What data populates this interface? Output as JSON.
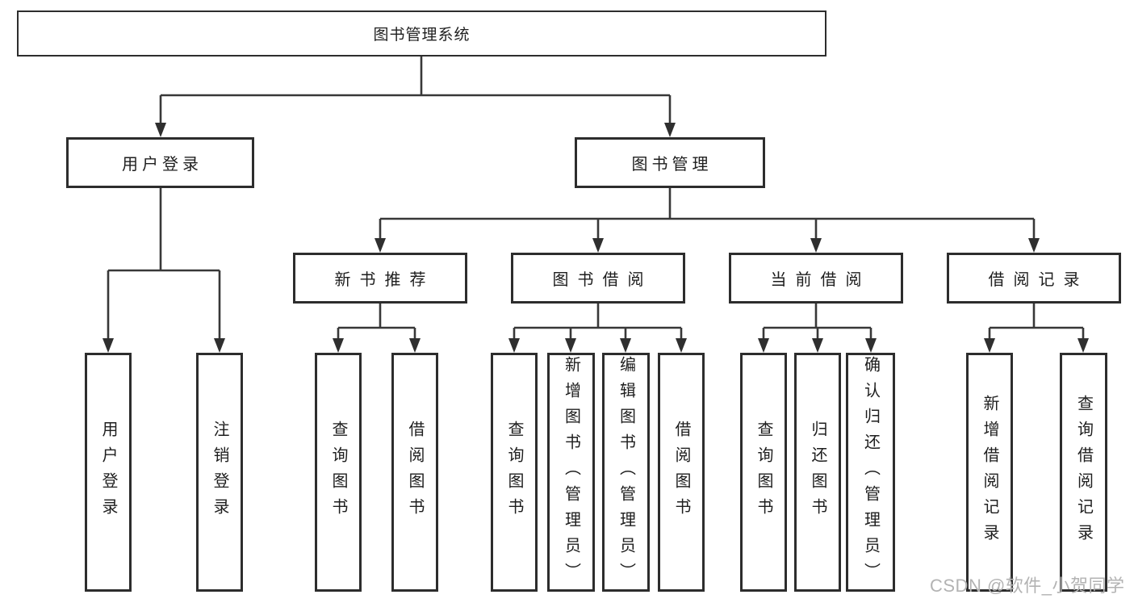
{
  "diagram": {
    "root": {
      "label": "图书管理系统"
    },
    "branches": [
      {
        "label": "用户登录",
        "children": [
          {
            "label": "用户登录"
          },
          {
            "label": "注销登录"
          }
        ]
      },
      {
        "label": "图书管理",
        "children": [
          {
            "label": "新书推荐",
            "children": [
              {
                "label": "查询图书"
              },
              {
                "label": "借阅图书"
              }
            ]
          },
          {
            "label": "图书借阅",
            "children": [
              {
                "label": "查询图书"
              },
              {
                "label": "新增图书（管理员）"
              },
              {
                "label": "编辑图书（管理员）"
              },
              {
                "label": "借阅图书"
              }
            ]
          },
          {
            "label": "当前借阅",
            "children": [
              {
                "label": "查询图书"
              },
              {
                "label": "归还图书"
              },
              {
                "label": "确认归还（管理员）"
              }
            ]
          },
          {
            "label": "借阅记录",
            "children": [
              {
                "label": "新增借阅记录"
              },
              {
                "label": "查询借阅记录"
              }
            ]
          }
        ]
      }
    ],
    "watermark": "CSDN @软件_小贺同学",
    "colors": {
      "line": "#383838",
      "box_border": "#2d2d2d",
      "text": "#1e1e1e",
      "watermark": "#b3b3b3",
      "background": "#ffffff"
    }
  }
}
